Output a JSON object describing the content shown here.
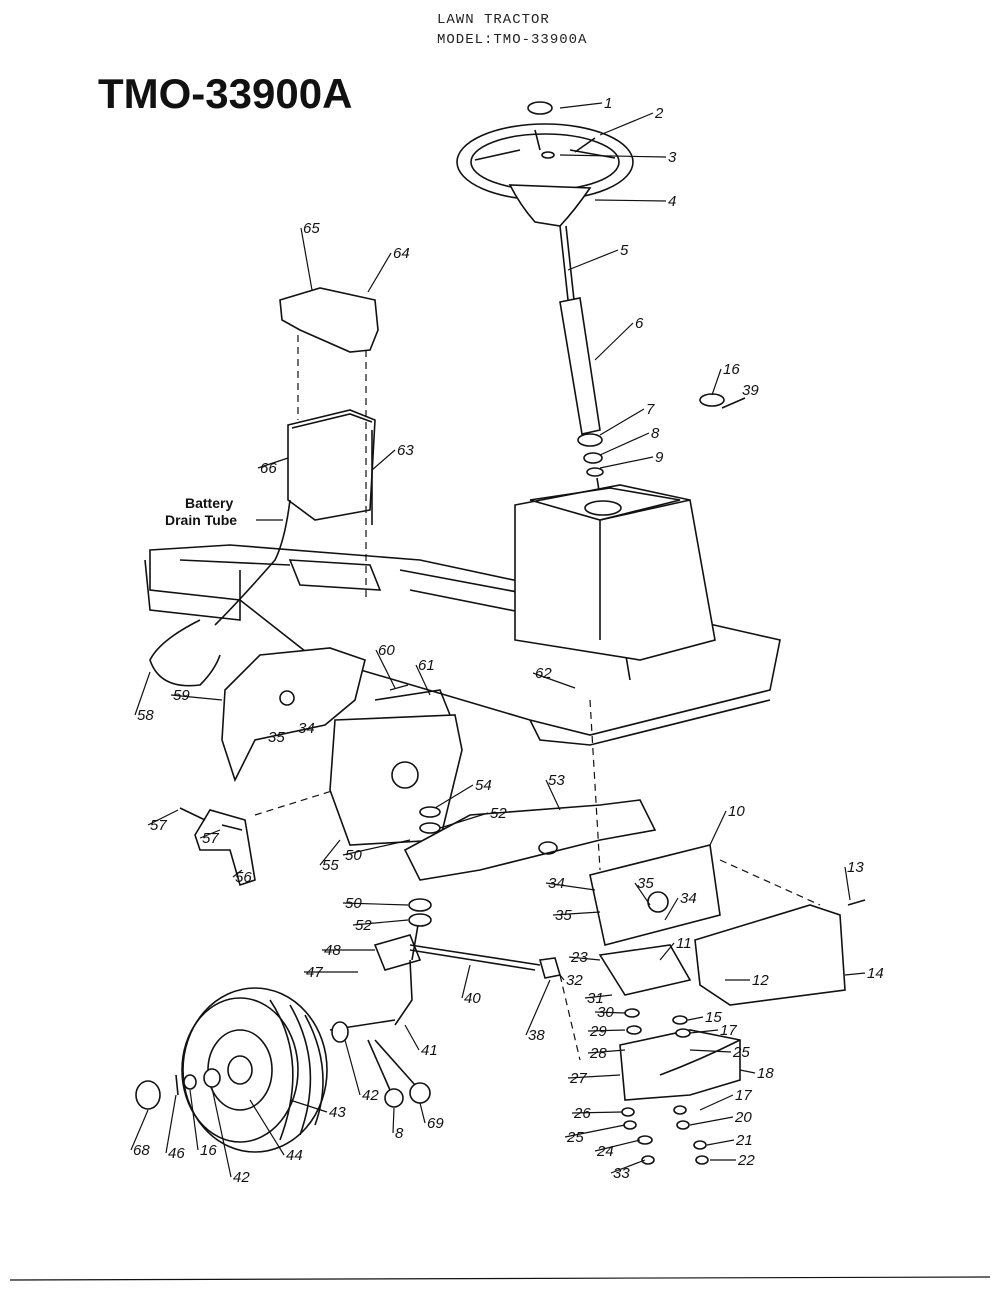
{
  "header": {
    "line1": "LAWN TRACTOR",
    "line2": "MODEL:TMO-33900A"
  },
  "title": "TMO-33900A",
  "notes": {
    "battery_drain_line1": "Battery",
    "battery_drain_line2": "Drain Tube"
  },
  "callouts": [
    "1",
    "2",
    "3",
    "4",
    "5",
    "6",
    "7",
    "8",
    "9",
    "16",
    "39",
    "65",
    "64",
    "66",
    "63",
    "62",
    "60",
    "61",
    "59",
    "58",
    "35",
    "34",
    "57",
    "57",
    "56",
    "55",
    "54",
    "52",
    "50",
    "53",
    "10",
    "50",
    "52",
    "48",
    "47",
    "40",
    "34",
    "35",
    "35",
    "34",
    "23",
    "32",
    "13",
    "11",
    "12",
    "14",
    "31",
    "15",
    "30",
    "29",
    "17",
    "28",
    "25",
    "18",
    "27",
    "17",
    "26",
    "20",
    "25",
    "21",
    "24",
    "22",
    "33",
    "38",
    "41",
    "42",
    "8",
    "69",
    "43",
    "44",
    "42",
    "16",
    "46",
    "68"
  ]
}
